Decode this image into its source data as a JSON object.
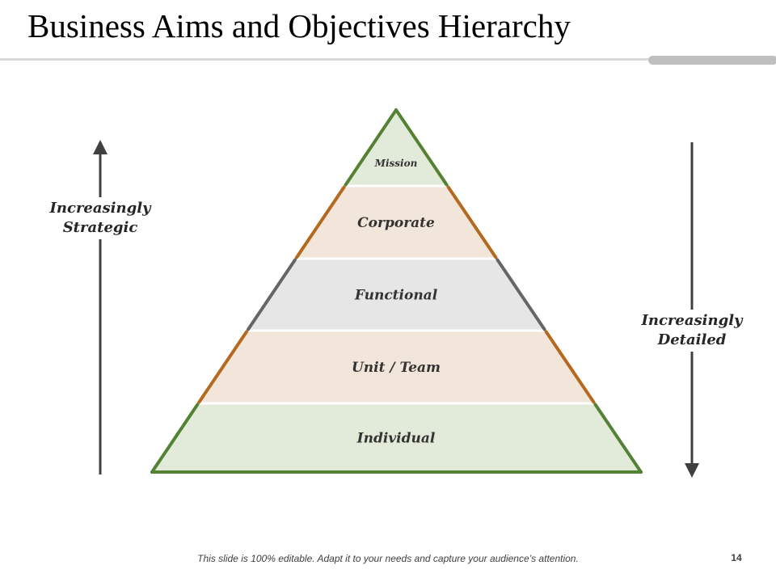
{
  "title": "Business Aims and Objectives Hierarchy",
  "pyramid": {
    "levels": [
      {
        "label": "Mission",
        "fill": "#e2ead9",
        "edge": "#548235"
      },
      {
        "label": "Corporate",
        "fill": "#f2e6da",
        "edge": "#b4691f"
      },
      {
        "label": "Functional",
        "fill": "#e6e6e6",
        "edge": "#666666"
      },
      {
        "label": "Unit / Team",
        "fill": "#f2e6da",
        "edge": "#b4691f"
      },
      {
        "label": "Individual",
        "fill": "#e2ead9",
        "edge": "#548235"
      }
    ]
  },
  "left_axis": {
    "line1": "Increasingly",
    "line2": "Strategic",
    "direction": "up"
  },
  "right_axis": {
    "line1": "Increasingly",
    "line2": "Detailed",
    "direction": "down"
  },
  "footer": {
    "note": "This slide is 100% editable. Adapt it to your needs and capture your audience’s attention.",
    "page": "14"
  }
}
